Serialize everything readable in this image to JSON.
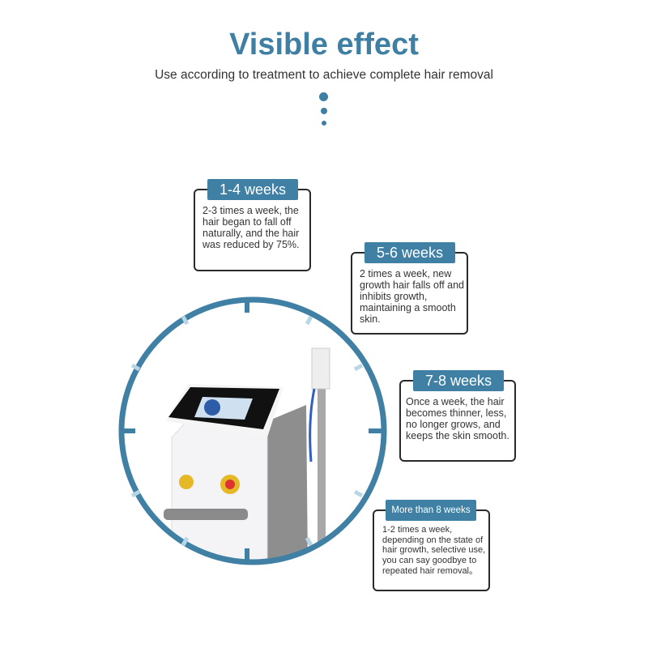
{
  "title": "Visible effect",
  "subtitle": "Use according to treatment to achieve complete hair removal",
  "colors": {
    "accent": "#3f80a4",
    "tick_light": "#b9d6e6",
    "border": "#2a2a2a"
  },
  "stages": [
    {
      "label": "1-4 weeks",
      "text": "2-3 times a week, the hair began to fall off naturally, and the hair was reduced by 75%."
    },
    {
      "label": "5-6 weeks",
      "text": "2 times a week, new growth hair falls off and inhibits growth, maintaining a smooth skin."
    },
    {
      "label": "7-8 weeks",
      "text": "Once a week, the hair becomes thinner, less, no longer grows, and keeps the skin smooth."
    },
    {
      "label": "More than 8 weeks",
      "text": "1-2 times a week, depending on the state of hair growth, selective use, you can say goodbye to repeated hair removal。"
    }
  ]
}
